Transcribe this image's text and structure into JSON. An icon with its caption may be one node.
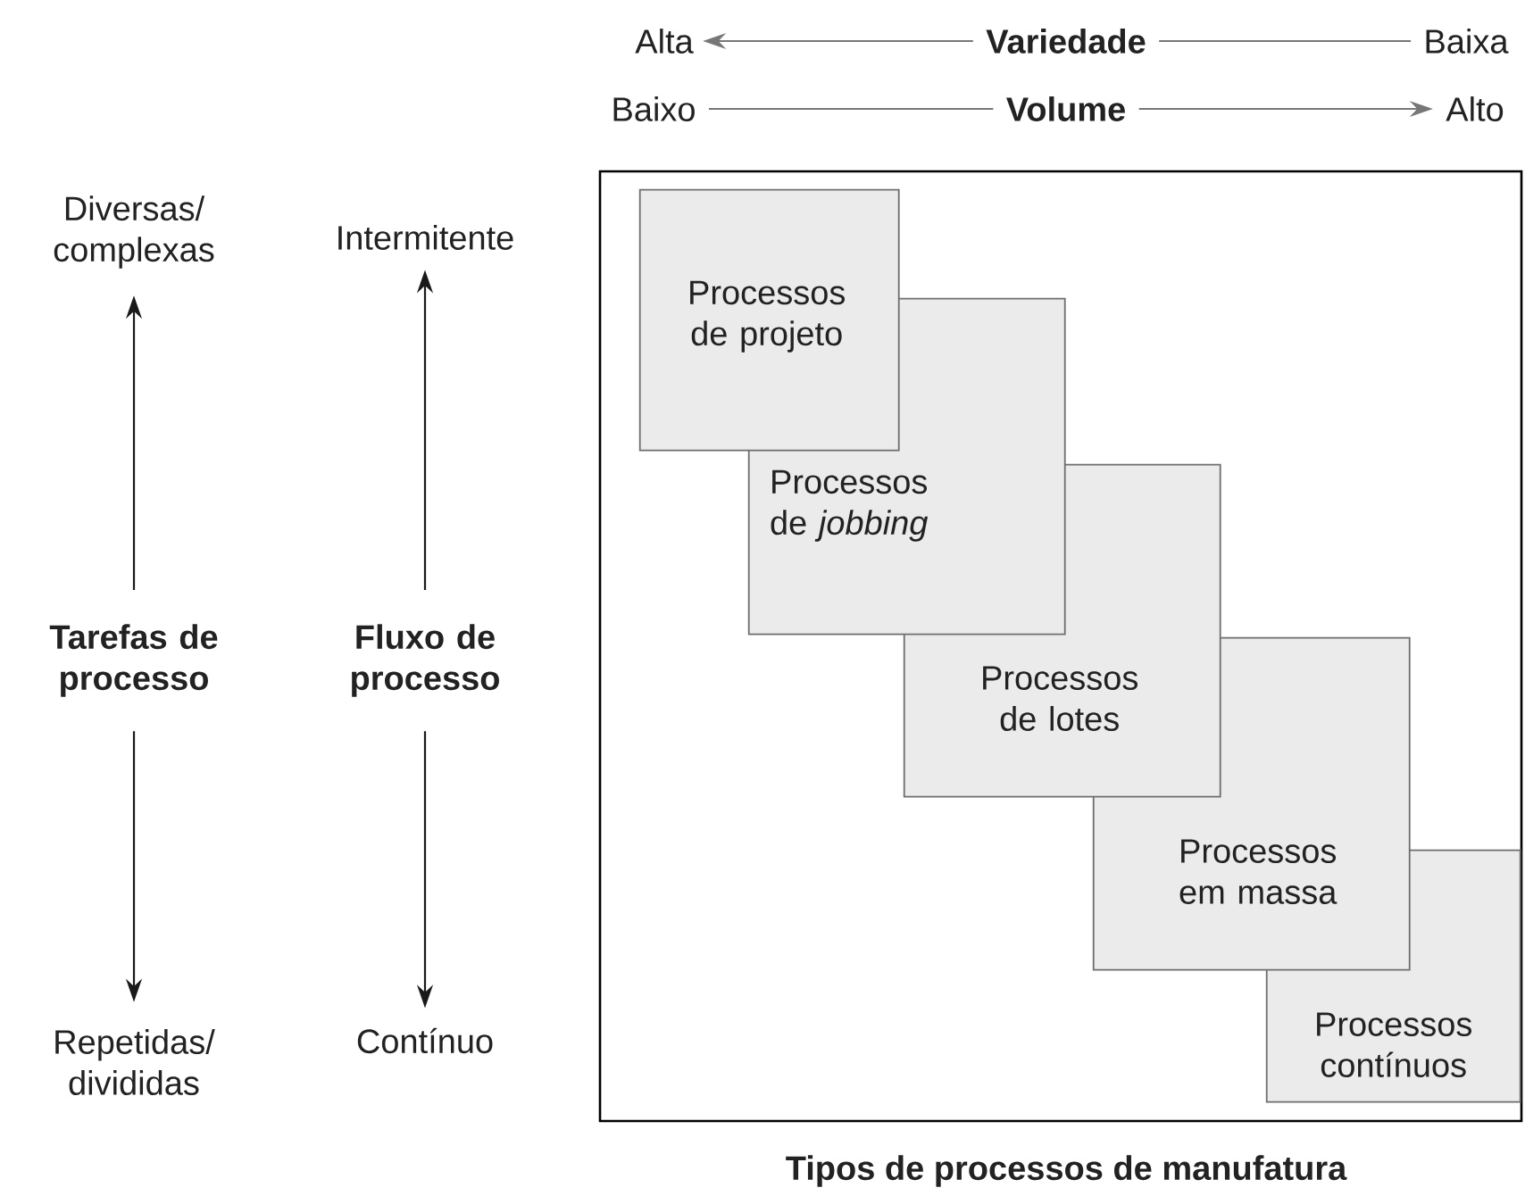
{
  "diagram": {
    "nodes": [
      {
        "text": [
          "Alta"
        ]
      },
      {
        "text": [
          "Variedade"
        ]
      },
      {
        "text": [
          "Baixa"
        ]
      },
      {
        "text": [
          "Baixo"
        ]
      },
      {
        "text": [
          "Volume"
        ]
      },
      {
        "text": [
          "Alto"
        ]
      },
      {
        "text": [
          "Diversas/ complexas"
        ]
      },
      {
        "text": [
          "Tarefas de processo"
        ]
      },
      {
        "text": [
          "Repetidas/ divididas"
        ]
      },
      {
        "text": [
          "Intermitente"
        ]
      },
      {
        "text": [
          "Fluxo de processo"
        ]
      },
      {
        "text": [
          "Contínuo"
        ]
      },
      {
        "text": [
          "Tipos de processos de manufatura"
        ]
      },
      {
        "text": [
          "Processos de projeto"
        ],
        "in": 12
      },
      {
        "text": [
          "Processos de *jobbing*"
        ],
        "in": 12
      },
      {
        "text": [
          "Processos de lotes"
        ],
        "in": 12
      },
      {
        "text": [
          "Processos em massa"
        ],
        "in": 12
      },
      {
        "text": [
          "Processos contínuos"
        ],
        "in": 12
      }
    ],
    "edges": [
      {
        "from": 1,
        "to": 0,
        "arrow": "to",
        "color": "#777777"
      },
      {
        "from": 1,
        "to": 2,
        "arrow": "none",
        "color": "#777777"
      },
      {
        "from": 4,
        "to": 3,
        "arrow": "none",
        "color": "#777777"
      },
      {
        "from": 4,
        "to": 5,
        "arrow": "to",
        "color": "#777777"
      },
      {
        "from": 7,
        "to": 6,
        "arrow": "to",
        "color": "#1a1a1a"
      },
      {
        "from": 7,
        "to": 8,
        "arrow": "to",
        "color": "#1a1a1a"
      },
      {
        "from": 10,
        "to": 9,
        "arrow": "to",
        "color": "#1a1a1a"
      },
      {
        "from": 10,
        "to": 11,
        "arrow": "to",
        "color": "#1a1a1a"
      }
    ]
  }
}
